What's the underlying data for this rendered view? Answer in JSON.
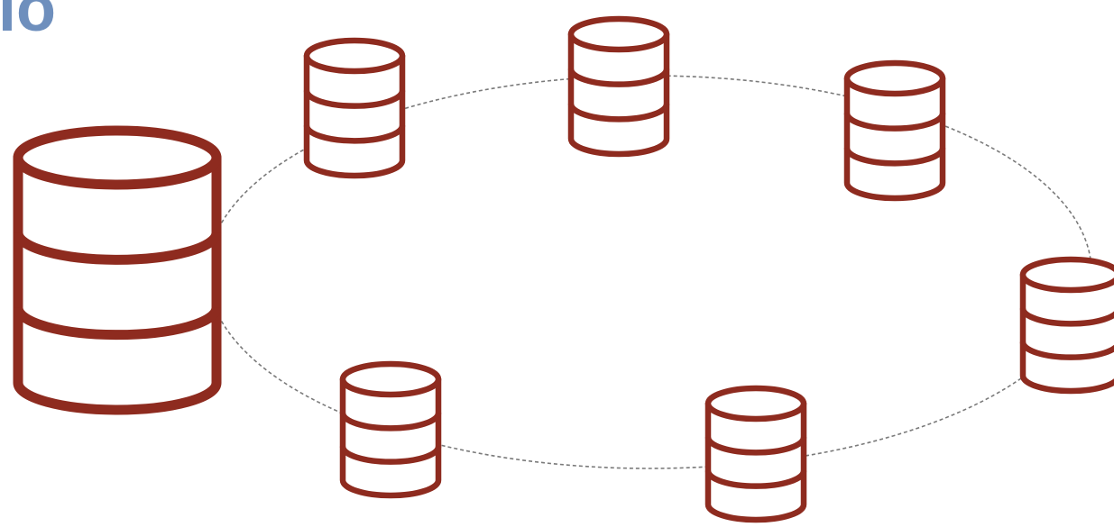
{
  "title": {
    "text": "io",
    "color": "#6e8fbd"
  },
  "diagram": {
    "kind": "database-ring",
    "db_color": "#8e2b1f",
    "ring_color": "#7a7a7a",
    "ring_style": "dashed",
    "icons": [
      {
        "name": "central-database-icon",
        "icon": "database-cylinder"
      },
      {
        "name": "ring-database-icon-1",
        "icon": "database-cylinder"
      },
      {
        "name": "ring-database-icon-2",
        "icon": "database-cylinder"
      },
      {
        "name": "ring-database-icon-3",
        "icon": "database-cylinder"
      },
      {
        "name": "ring-database-icon-4",
        "icon": "database-cylinder"
      },
      {
        "name": "ring-database-icon-5",
        "icon": "database-cylinder"
      },
      {
        "name": "ring-database-icon-6",
        "icon": "database-cylinder"
      }
    ]
  }
}
